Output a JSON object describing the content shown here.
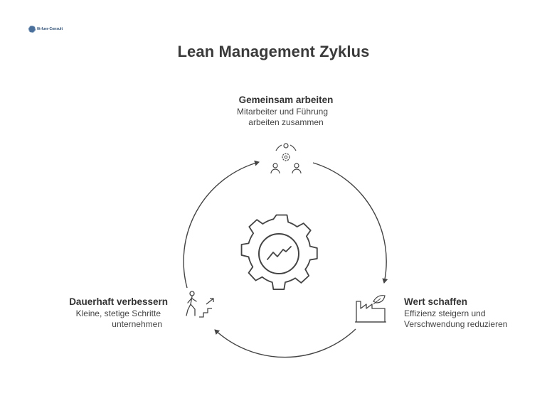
{
  "logo": {
    "text": "fit-fuer-Consult",
    "icon": "logo-mark"
  },
  "title": "Lean Management Zyklus",
  "colors": {
    "line": "#444444",
    "text": "#333333",
    "background": "#ffffff"
  },
  "center_icon": "gear-chart-icon",
  "steps": {
    "top": {
      "title": "Gemeinsam arbeiten",
      "desc_line1": "Mitarbeiter und Führung",
      "desc_line2": "arbeiten zusammen",
      "icon": "team-gear-icon"
    },
    "right": {
      "title": "Wert schaffen",
      "desc_line1": "Effizienz steigern und",
      "desc_line2": "Verschwendung reduzieren",
      "icon": "factory-leaf-icon"
    },
    "left": {
      "title": "Dauerhaft verbessern",
      "desc_line1": "Kleine, stetige Schritte",
      "desc_line2": "unternehmen",
      "icon": "person-stairs-icon"
    }
  }
}
